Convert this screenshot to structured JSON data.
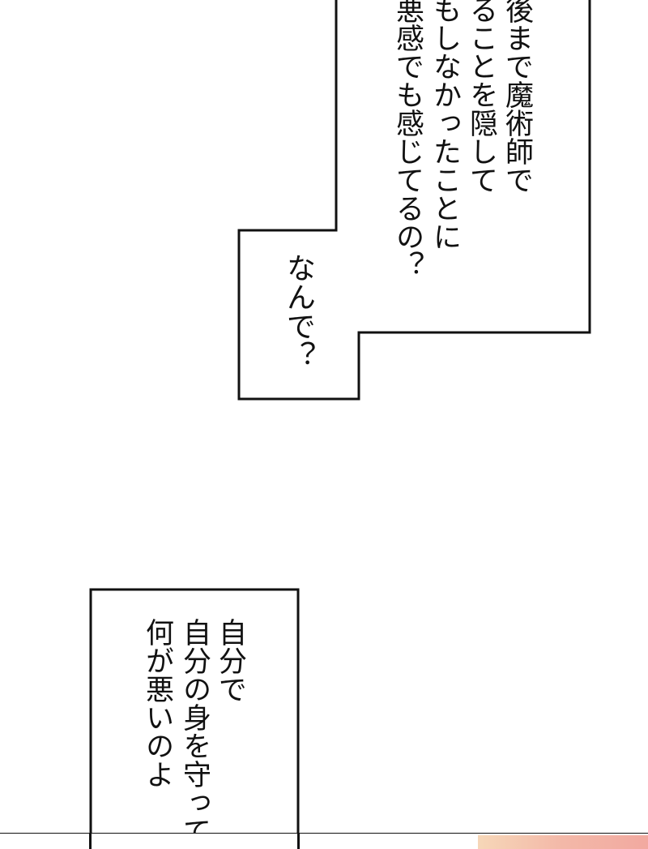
{
  "balloon_top": {
    "lines": [
      "後まで魔術師で",
      "ることを隠して",
      "もしなかったことに",
      "悪感でも感じてるの？"
    ]
  },
  "balloon_middle": {
    "lines": [
      "なんで？"
    ]
  },
  "balloon_bottom": {
    "lines": [
      "自分で",
      "自分の身を守って",
      "何が悪いのよ"
    ]
  }
}
